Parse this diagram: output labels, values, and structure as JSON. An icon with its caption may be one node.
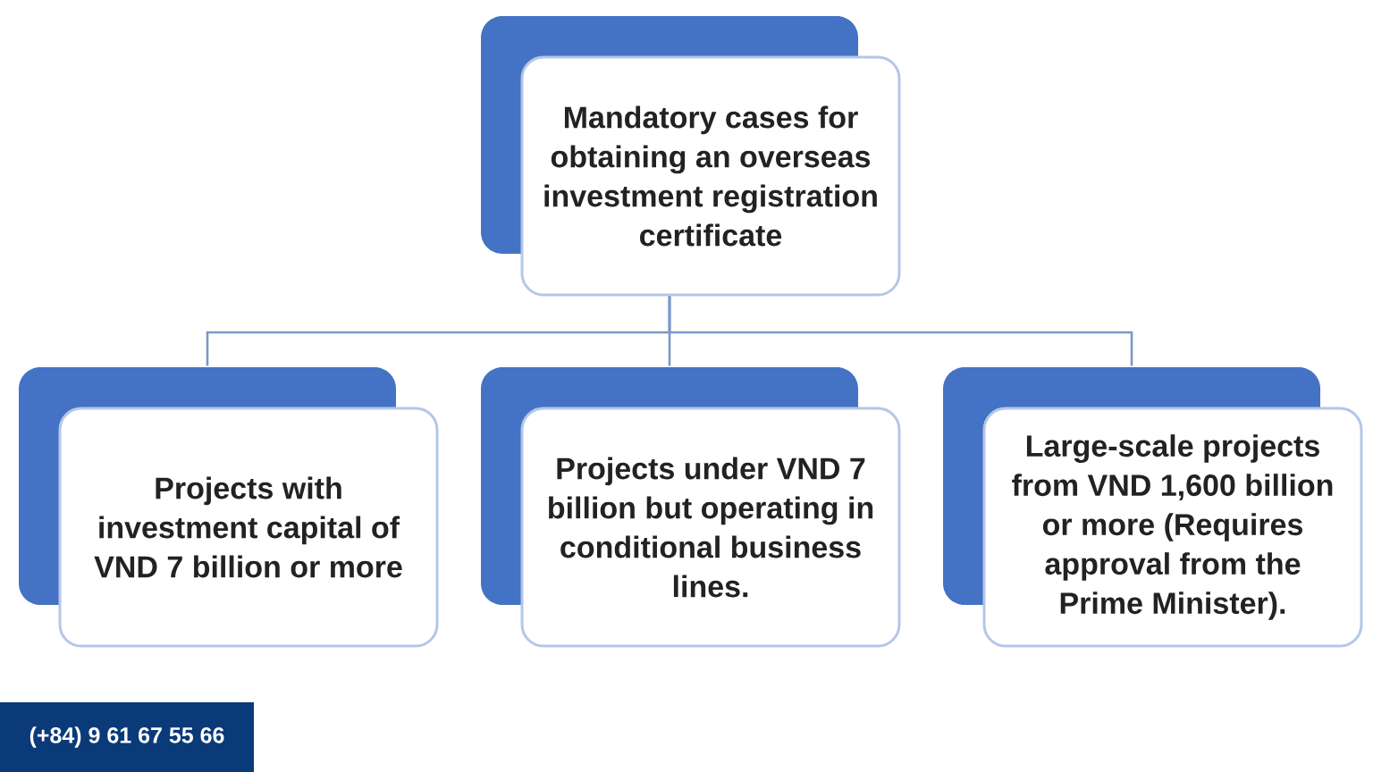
{
  "diagram": {
    "nodes": [
      {
        "text": [
          "Mandatory cases for obtaining an overseas investment registration certificate"
        ]
      },
      {
        "text": [
          "Projects with investment capital of VND 7 billion or more"
        ]
      },
      {
        "text": [
          "Projects under VND 7 billion but operating in conditional business lines."
        ]
      },
      {
        "text": [
          "Large-scale projects from VND 1,600 billion or more (Requires approval from the Prime Minister)."
        ]
      }
    ],
    "edges": [
      {
        "from": 0,
        "to": 1,
        "arrow": "none"
      },
      {
        "from": 0,
        "to": 2,
        "arrow": "none"
      },
      {
        "from": 0,
        "to": 3,
        "arrow": "none"
      }
    ],
    "labels": [
      "(+84) 9 61 67 55 66"
    ]
  }
}
